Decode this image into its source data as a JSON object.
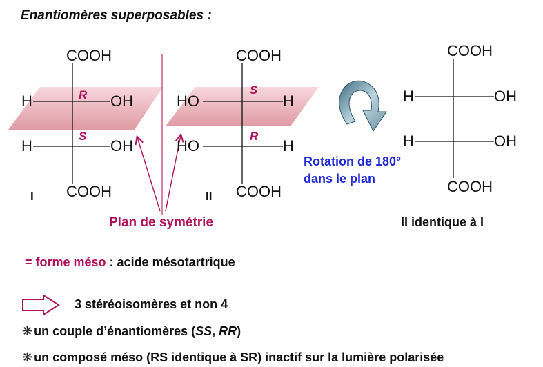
{
  "title": "Enantiomères superposables :",
  "structures": {
    "I": {
      "top": "COOH",
      "bottom": "COOH",
      "row1": {
        "left": "H",
        "right": "OH",
        "config": "R"
      },
      "row2": {
        "left": "H",
        "right": "OH",
        "config": "S"
      },
      "label": "I"
    },
    "II": {
      "top": "COOH",
      "bottom": "COOH",
      "row1": {
        "left": "HO",
        "right": "H",
        "config": "S"
      },
      "row2": {
        "left": "HO",
        "right": "H",
        "config": "R"
      },
      "label": "II"
    },
    "rotated": {
      "top": "COOH",
      "bottom": "COOH",
      "row1": {
        "left": "H",
        "right": "OH"
      },
      "row2": {
        "left": "H",
        "right": "OH"
      }
    }
  },
  "plane_label": "Plan de symétrie",
  "rotation_line1": "Rotation de 180°",
  "rotation_line2": "dans le plan",
  "identity_label": "II identique à I",
  "meso": {
    "highlight": "= forme méso",
    "rest": " : acide mésotartrique"
  },
  "conclusion": "3 stéréoisomères et non 4",
  "bullet1": {
    "prefix": "un couple d’énantiomères (",
    "ss": "SS",
    "sep": ", ",
    "rr": "RR",
    "suffix": ")"
  },
  "bullet2": "un composé méso (RS identique à SR) inactif sur la lumière polarisée",
  "colors": {
    "accent": "#b0125e",
    "blue": "#1f2ad6",
    "plane": "#e8a4ad",
    "rotation_arrow": "#6d93a6"
  }
}
